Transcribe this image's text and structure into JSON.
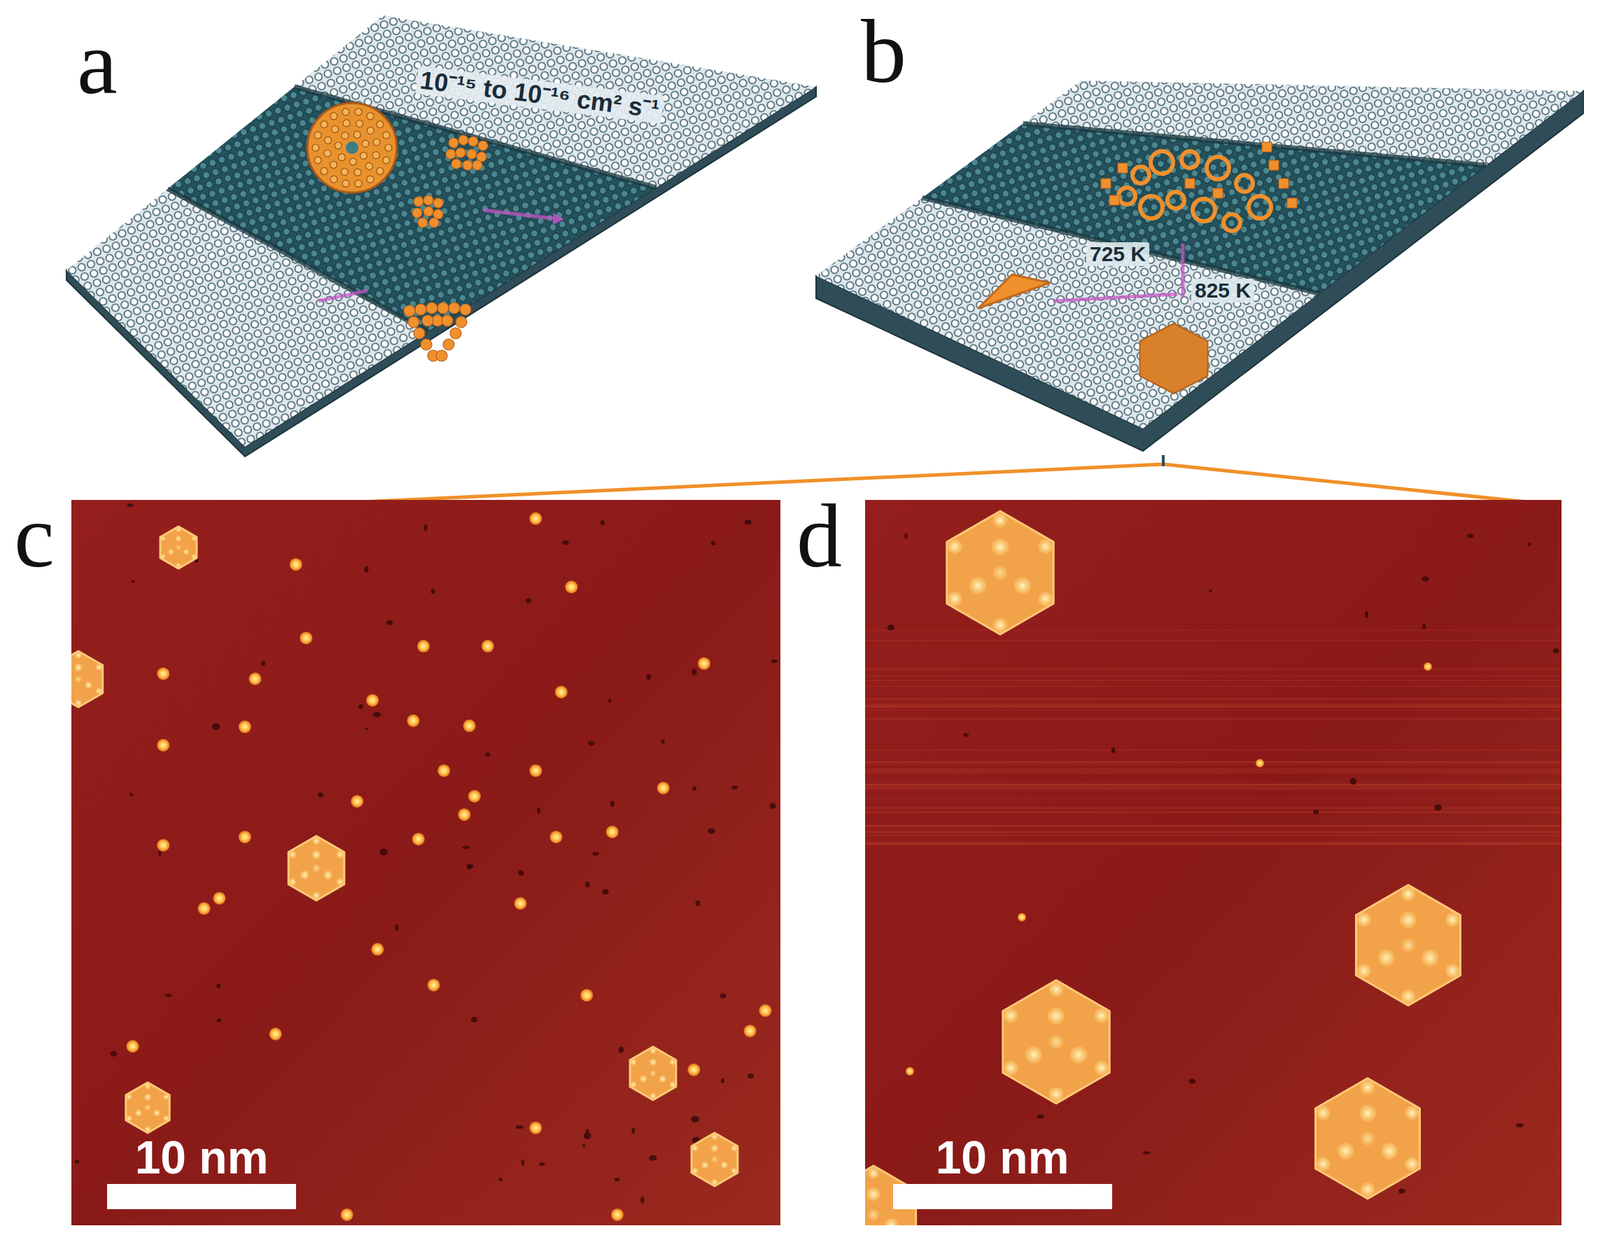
{
  "diagram": {
    "labels": [
      "a",
      "10⁻¹⁵ to 10⁻¹⁶ cm² s⁻¹",
      "b",
      "725 K",
      "825 K",
      "c",
      "d",
      "10 nm",
      "10 nm"
    ]
  }
}
